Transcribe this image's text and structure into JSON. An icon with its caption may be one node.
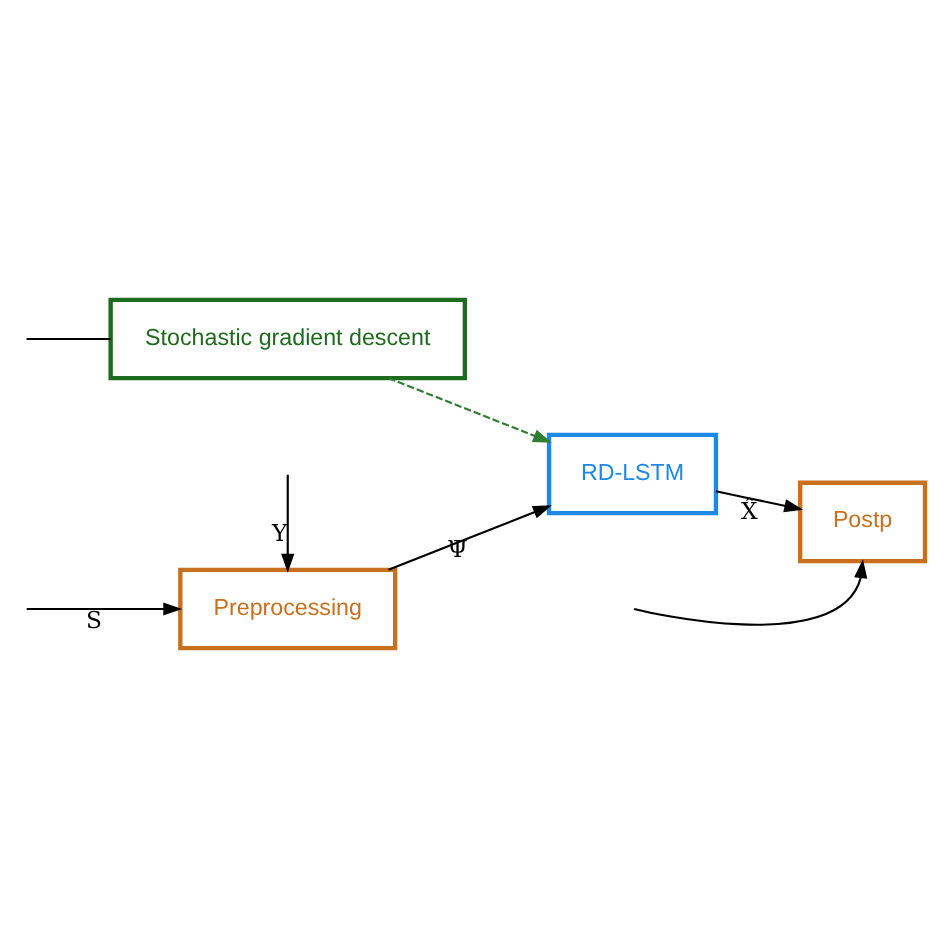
{
  "diagram": {
    "nodes": [
      {
        "text": [
          "Preprocessing"
        ]
      },
      {
        "text": [
          "RD-LSTM"
        ]
      },
      {
        "text": [
          "Postp"
        ]
      },
      {
        "text": [
          "Stochastic gradient descent"
        ]
      }
    ],
    "edges": [
      {
        "from": null,
        "to": 0,
        "arrow": "to",
        "label": "S"
      },
      {
        "from": null,
        "to": 0,
        "arrow": "to",
        "label": "Y"
      },
      {
        "from": 0,
        "to": 1,
        "arrow": "to",
        "label": "Ψ"
      },
      {
        "from": 1,
        "to": 2,
        "arrow": "to",
        "label": "X̂"
      },
      {
        "from": null,
        "to": 2,
        "arrow": "to"
      },
      {
        "from": 3,
        "to": 1,
        "arrow": "to",
        "style": "dashed",
        "color": "#2e7d32"
      },
      {
        "from": null,
        "to": 3,
        "arrow": "none"
      }
    ]
  }
}
